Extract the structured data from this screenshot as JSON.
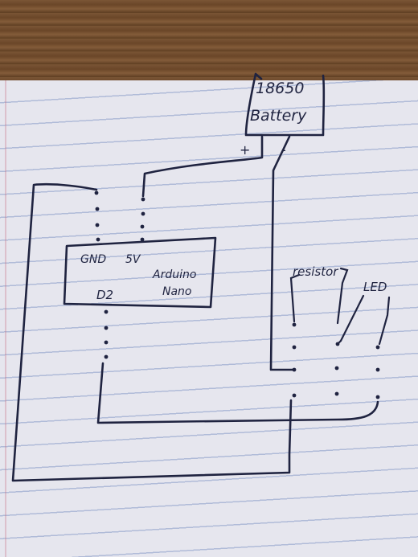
{
  "battery": {
    "line1": "18650",
    "line2": "Battery",
    "plus": "+",
    "minus": "-"
  },
  "arduino": {
    "gnd": "GND",
    "v5": "5V",
    "name1": "Arduino",
    "name2": "Nano",
    "d2": "D2"
  },
  "resistor": {
    "label": "resistor"
  },
  "led": {
    "label": "LED"
  }
}
